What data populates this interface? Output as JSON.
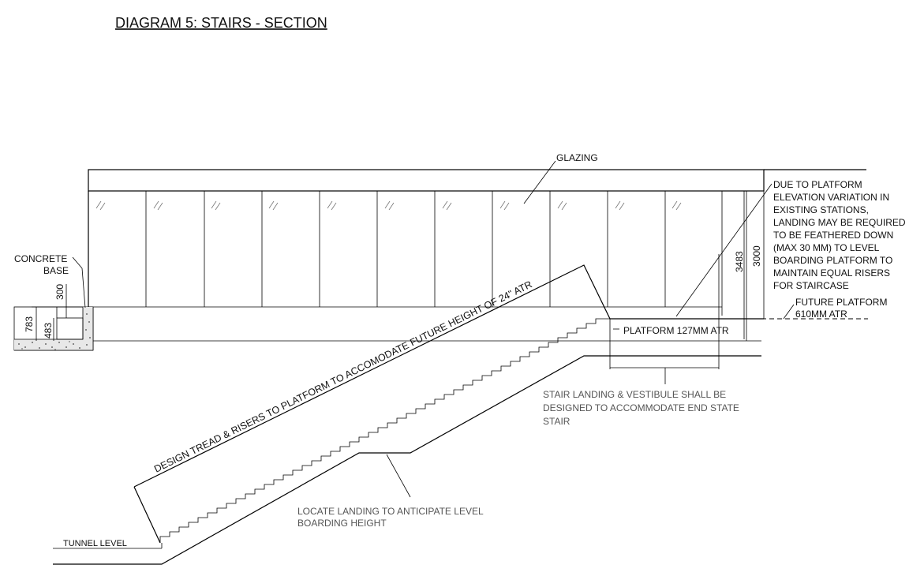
{
  "title": "DIAGRAM 5: STAIRS - SECTION",
  "labels": {
    "glazing": "GLAZING",
    "concrete_base_1": "CONCRETE",
    "concrete_base_2": "BASE",
    "dim_300": "300",
    "dim_783": "783",
    "dim_483": "483",
    "dim_3483": "3483",
    "dim_3000": "3000",
    "note_platform_variation": [
      "DUE TO PLATFORM",
      "ELEVATION VARIATION IN",
      "EXISTING STATIONS,",
      "LANDING MAY BE REQUIRED",
      "TO BE FEATHERED DOWN",
      "(MAX 30 MM) TO LEVEL",
      "BOARDING PLATFORM TO",
      "MAINTAIN EQUAL RISERS",
      "FOR STAIRCASE"
    ],
    "future_platform_1": "FUTURE PLATFORM",
    "future_platform_2": "610MM ATR",
    "platform_127": "PLATFORM 127MM ATR",
    "stair_landing_note": [
      "STAIR LANDING & VESTIBULE SHALL BE",
      "DESIGNED TO ACCOMMODATE END STATE",
      "STAIR"
    ],
    "design_tread_note": "DESIGN TREAD & RISERS TO PLATFORM TO ACCOMODATE FUTURE HEIGHT OF 24\" ATR",
    "locate_landing_note": [
      "LOCATE LANDING TO ANTICIPATE LEVEL",
      "BOARDING HEIGHT"
    ],
    "tunnel_level": "TUNNEL LEVEL"
  }
}
